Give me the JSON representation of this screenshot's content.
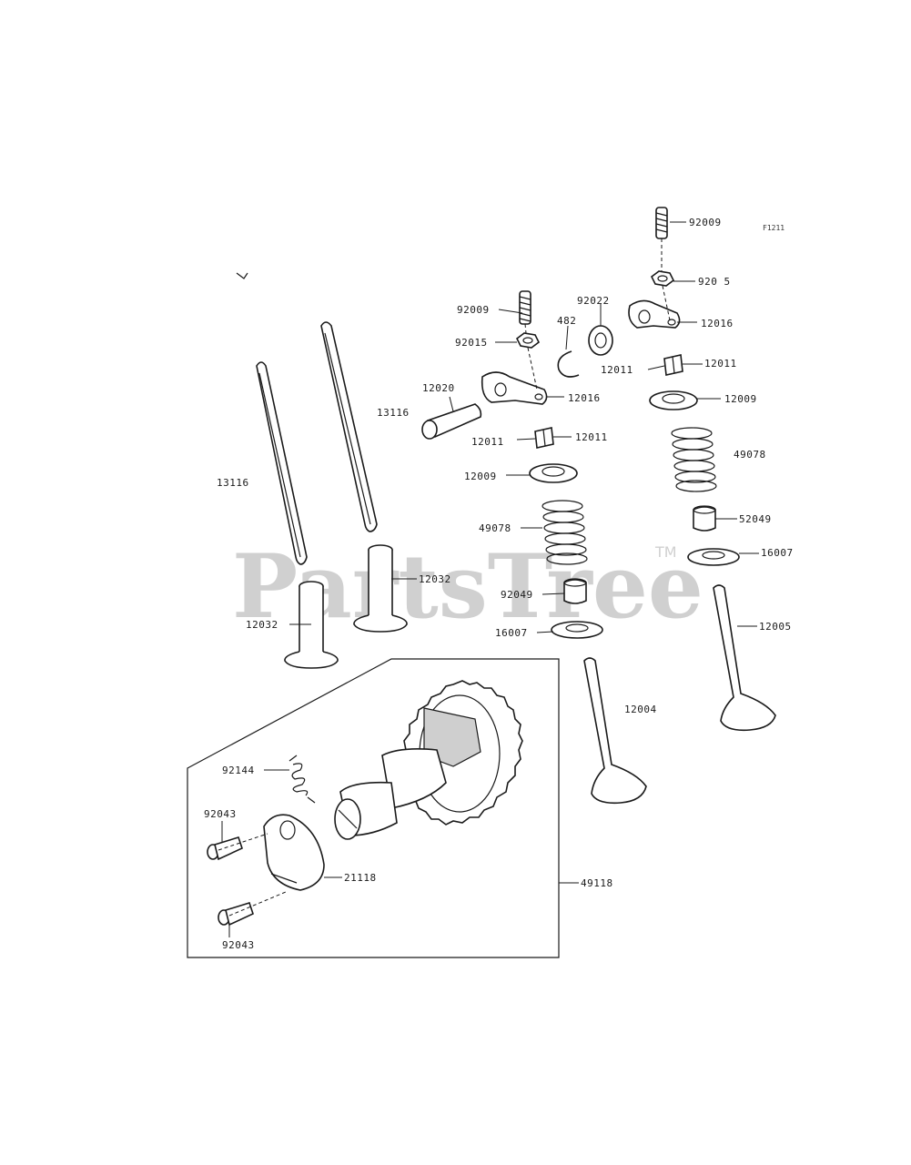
{
  "diagram_id": "F1211",
  "watermark": {
    "text": "PartsTree",
    "trademark": "TM"
  },
  "group_box_label": "49118",
  "callouts": [
    {
      "id": "92009-a",
      "text": "92009"
    },
    {
      "id": "920-5",
      "text": "920 5"
    },
    {
      "id": "92022",
      "text": "92022"
    },
    {
      "id": "482",
      "text": "482"
    },
    {
      "id": "12016-a",
      "text": "12016"
    },
    {
      "id": "92009-b",
      "text": "92009"
    },
    {
      "id": "92015",
      "text": "92015"
    },
    {
      "id": "12011-a",
      "text": "12011"
    },
    {
      "id": "12011-b",
      "text": "12011"
    },
    {
      "id": "12020",
      "text": "12020"
    },
    {
      "id": "13116-a",
      "text": "13116"
    },
    {
      "id": "12016-b",
      "text": "12016"
    },
    {
      "id": "12009-a",
      "text": "12009"
    },
    {
      "id": "49078-a",
      "text": "49078"
    },
    {
      "id": "12011-c",
      "text": "12011"
    },
    {
      "id": "12011-d",
      "text": "12011"
    },
    {
      "id": "13116-b",
      "text": "13116"
    },
    {
      "id": "12009-b",
      "text": "12009"
    },
    {
      "id": "52049",
      "text": "52049"
    },
    {
      "id": "49078-b",
      "text": "49078"
    },
    {
      "id": "16007-a",
      "text": "16007"
    },
    {
      "id": "12032-a",
      "text": "12032"
    },
    {
      "id": "92049",
      "text": "92049"
    },
    {
      "id": "12032-b",
      "text": "12032"
    },
    {
      "id": "12005",
      "text": "12005"
    },
    {
      "id": "16007-b",
      "text": "16007"
    },
    {
      "id": "12004",
      "text": "12004"
    },
    {
      "id": "92144",
      "text": "92144"
    },
    {
      "id": "92043-a",
      "text": "92043"
    },
    {
      "id": "21118",
      "text": "21118"
    },
    {
      "id": "92043-b",
      "text": "92043"
    }
  ]
}
